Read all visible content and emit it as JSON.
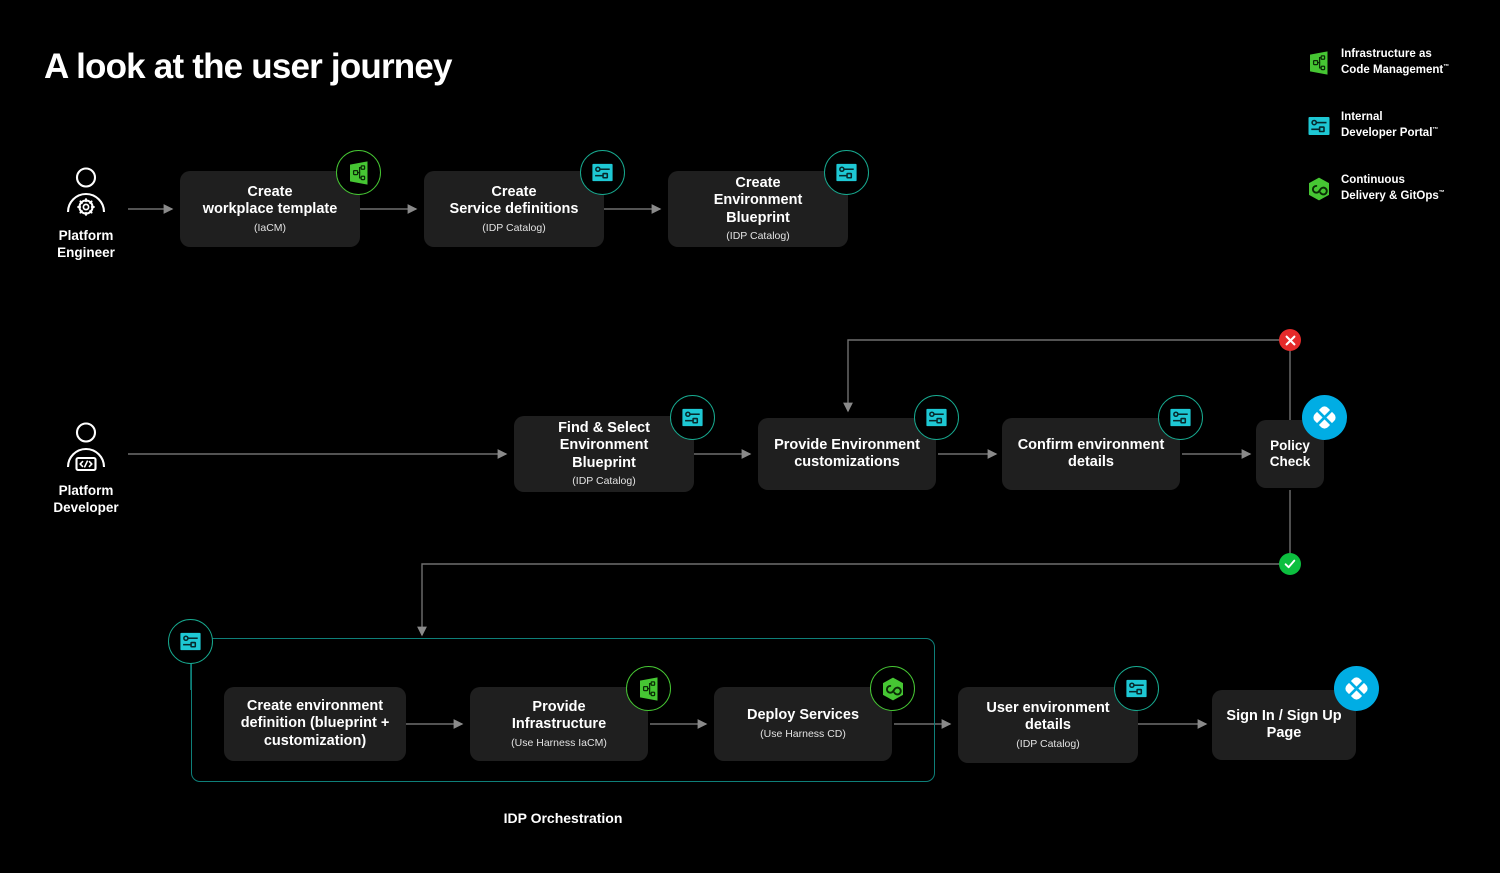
{
  "page": {
    "title": "A look at the user journey",
    "background": "#000000"
  },
  "colors": {
    "card_bg": "#1f1f1f",
    "iacm_green": "#46c633",
    "idp_teal": "#1ec8d4",
    "cd_green": "#46c633",
    "policy_blue": "#00ADE4",
    "fail_red": "#e52a2a",
    "pass_green": "#0cbf3f",
    "group_border": "#0e7f79",
    "connector": "#6f6f6f"
  },
  "legend": {
    "items": [
      {
        "icon": "iacm-icon",
        "line1": "Infrastructure as",
        "line2": "Code Management",
        "tm": "™"
      },
      {
        "icon": "idp-icon",
        "line1": "Internal",
        "line2": "Developer Portal",
        "tm": "™"
      },
      {
        "icon": "cd-icon",
        "line1": "Continuous",
        "line2": "Delivery & GitOps",
        "tm": "™"
      }
    ]
  },
  "actors": [
    {
      "id": "platform-engineer",
      "icon": "person-gear-icon",
      "label": "Platform\nEngineer"
    },
    {
      "id": "platform-developer",
      "icon": "person-code-icon",
      "label": "Platform\nDeveloper"
    }
  ],
  "rows": {
    "engineer_row": {
      "cards": [
        {
          "id": "create-workplace-template",
          "title": "Create\nworkplace template",
          "sub": "(IaCM)",
          "badge": "iacm-icon"
        },
        {
          "id": "create-service-definitions",
          "title": "Create\nService definitions",
          "sub": "(IDP Catalog)",
          "badge": "idp-icon"
        },
        {
          "id": "create-environment-blueprint",
          "title": "Create\nEnvironment Blueprint",
          "sub": "(IDP Catalog)",
          "badge": "idp-icon"
        }
      ]
    },
    "developer_row": {
      "cards": [
        {
          "id": "find-select-environment-blueprint",
          "title": "Find & Select\nEnvironment Blueprint",
          "sub": "(IDP Catalog)",
          "badge": "idp-icon"
        },
        {
          "id": "provide-environment-customizations",
          "title": "Provide Environment\ncustomizations",
          "sub": "",
          "badge": "idp-icon"
        },
        {
          "id": "confirm-environment-details",
          "title": "Confirm environment\ndetails",
          "sub": "",
          "badge": "idp-icon"
        },
        {
          "id": "policy-check",
          "title": "Policy\nCheck",
          "sub": "",
          "badge": "policy-icon"
        }
      ],
      "status": {
        "fail": {
          "symbol": "✕",
          "meaning": "Policy Check failed"
        },
        "pass": {
          "symbol": "✓",
          "meaning": "Policy Check passed"
        }
      }
    },
    "orchestration_row": {
      "group_label": "IDP Orchestration",
      "group_badge": "idp-icon",
      "cards": [
        {
          "id": "create-environment-definition",
          "title": "Create environment\ndefinition (blueprint +\ncustomization)",
          "sub": "",
          "badge": ""
        },
        {
          "id": "provide-infrastructure",
          "title": "Provide\nInfrastructure",
          "sub": "(Use Harness IaCM)",
          "badge": "iacm-icon"
        },
        {
          "id": "deploy-services",
          "title": "Deploy Services",
          "sub": "(Use Harness CD)",
          "badge": "cd-icon"
        },
        {
          "id": "user-environment-details",
          "title": "User environment\ndetails",
          "sub": "(IDP Catalog)",
          "badge": "idp-icon"
        },
        {
          "id": "sign-in-sign-up-page",
          "title": "Sign In / Sign Up\nPage",
          "sub": "",
          "badge": "policy-icon"
        }
      ]
    }
  }
}
